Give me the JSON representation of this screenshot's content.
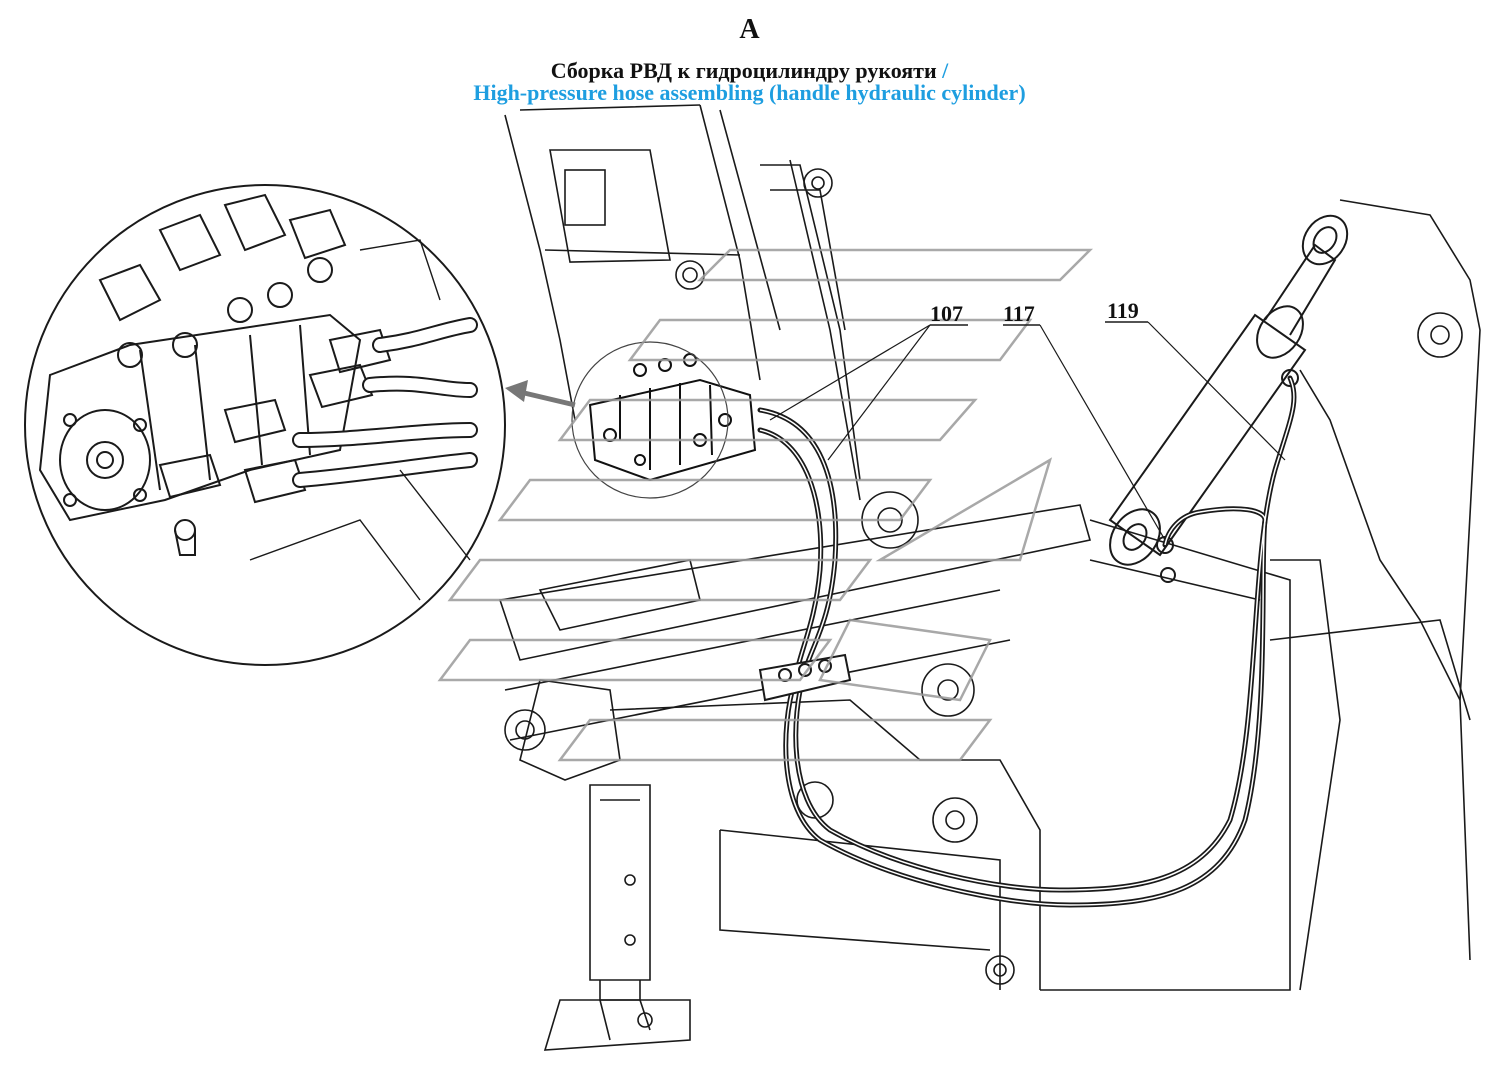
{
  "header": {
    "section_letter": "A",
    "title_ru": "Сборка РВД к гидроцилиндру рукояти",
    "title_separator": "/",
    "title_en": "High-pressure hose assembling (handle hydraulic cylinder)"
  },
  "callouts": [
    {
      "label": "107"
    },
    {
      "label": "117"
    },
    {
      "label": "119"
    }
  ],
  "colors": {
    "title_ru": "#111111",
    "title_en": "#1e9ee0",
    "line": "#1a1a1a",
    "watermark": "#9a9a9a"
  },
  "icons": [
    "zoom-arrow-icon",
    "watermark-logo"
  ]
}
